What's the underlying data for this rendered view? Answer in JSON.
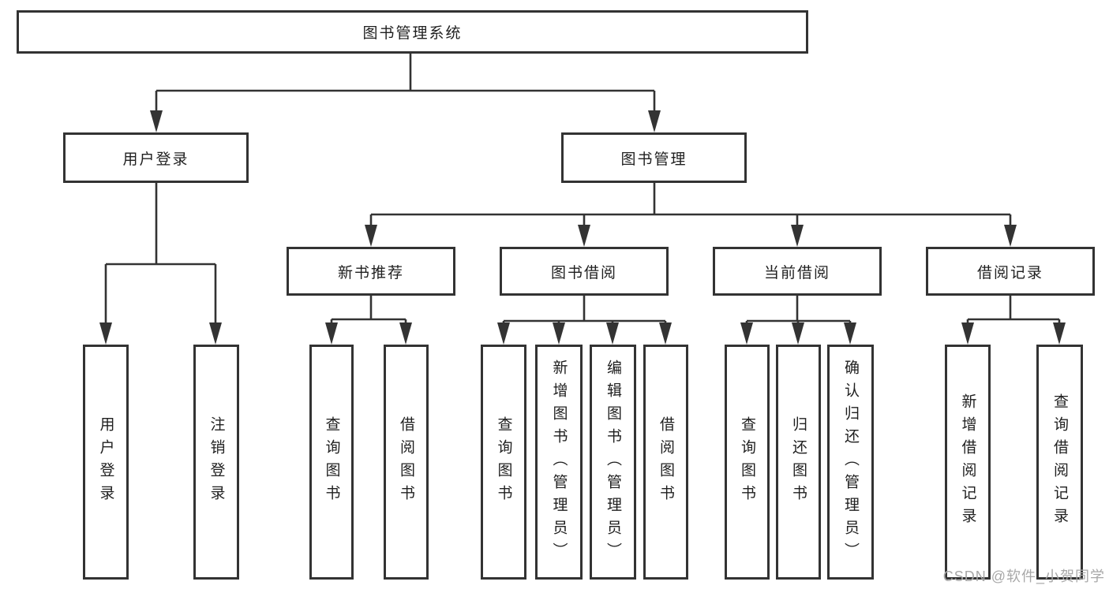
{
  "tree": {
    "root": "图书管理系统",
    "login": {
      "label": "用户登录",
      "children": [
        "用户登录",
        "注销登录"
      ]
    },
    "management": {
      "label": "图书管理",
      "groups": [
        {
          "label": "新书推荐",
          "children": [
            "查询图书",
            "借阅图书"
          ]
        },
        {
          "label": "图书借阅",
          "children": [
            "查询图书",
            "新增图书（管理员）",
            "编辑图书（管理员）",
            "借阅图书"
          ]
        },
        {
          "label": "当前借阅",
          "children": [
            "查询图书",
            "归还图书",
            "确认归还（管理员）"
          ]
        },
        {
          "label": "借阅记录",
          "children": [
            "新增借阅记录",
            "查询借阅记录"
          ]
        }
      ]
    }
  },
  "watermark": "CSDN @软件_小贺同学",
  "colors": {
    "line": "#333333",
    "text": "#1f1f1f",
    "box_fill": "#ffffff",
    "watermark": "#a8a8a8",
    "background": "#ffffff"
  }
}
